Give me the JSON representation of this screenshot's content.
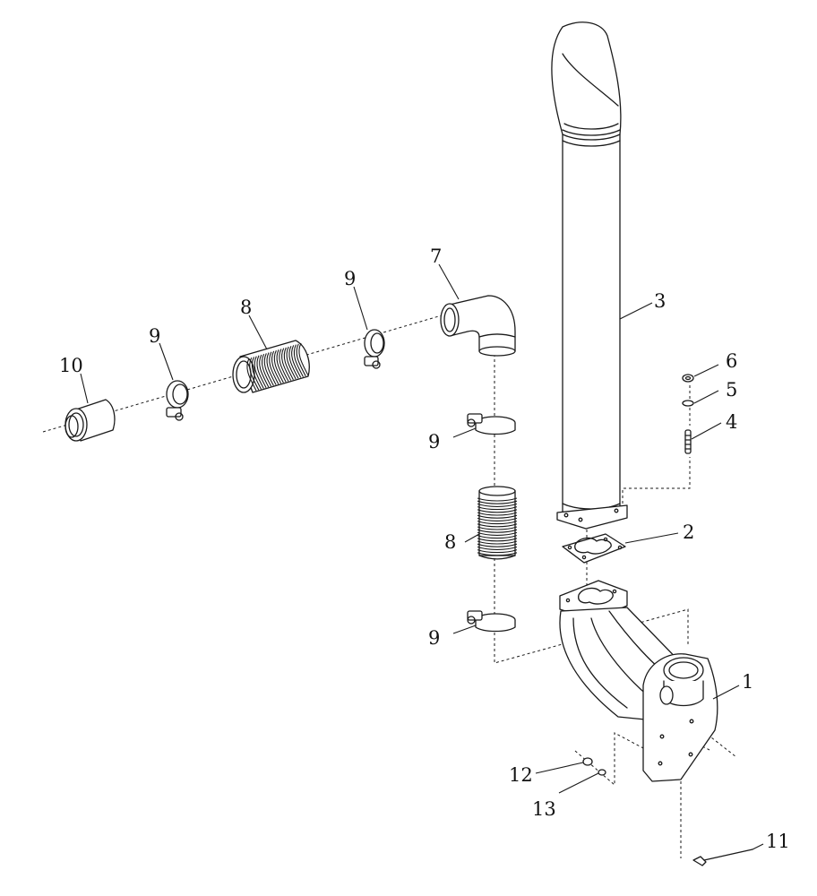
{
  "diagram": {
    "callouts": {
      "c1": "1",
      "c2": "2",
      "c3": "3",
      "c4": "4",
      "c5": "5",
      "c6": "6",
      "c7": "7",
      "c8a": "8",
      "c8b": "8",
      "c9a": "9",
      "c9b": "9",
      "c9c": "9",
      "c9d": "9",
      "c10": "10",
      "c11": "11",
      "c12": "12",
      "c13": "13"
    }
  }
}
